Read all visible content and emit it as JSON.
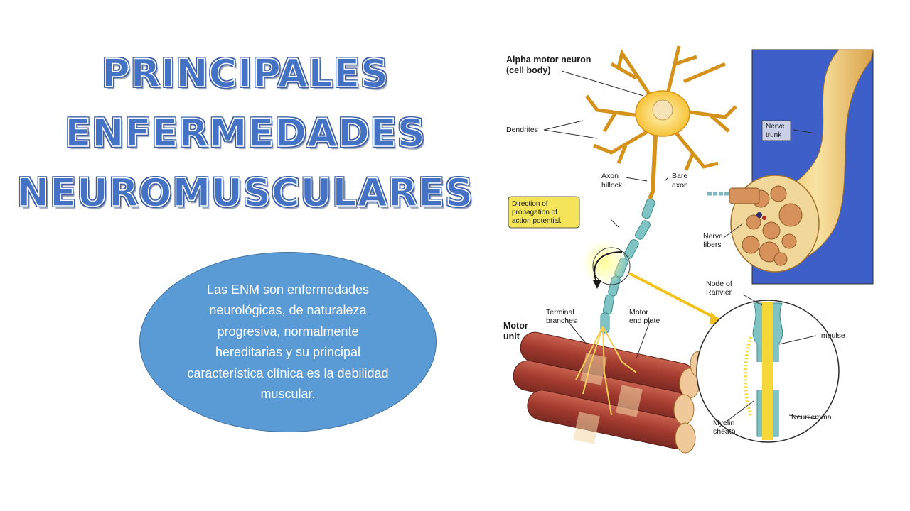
{
  "slide": {
    "title_lines": [
      "PRINCIPALES",
      "ENFERMEDADES",
      "NEUROMUSCULARES"
    ],
    "description": "Las ENM son enfermedades neurológicas, de naturaleza progresiva, normalmente hereditarias y su principal característica clínica es la debilidad muscular.",
    "colors": {
      "title": "#4472c4",
      "oval_fill": "#5b9bd5",
      "oval_text": "#ffffff"
    }
  },
  "figure": {
    "labels": {
      "alpha_motor_neuron": [
        "Alpha motor neuron",
        "(cell body)"
      ],
      "dendrites": "Dendrites",
      "axon_hillock": [
        "Axon",
        "hillock"
      ],
      "bare_axon": [
        "Bare",
        "axon"
      ],
      "direction_box": [
        "Direction of",
        "propagation of",
        "action potential."
      ],
      "nerve_trunk": [
        "Nerve",
        "trunk"
      ],
      "nerve_fibers": [
        "Nerve",
        "fibers"
      ],
      "motor_unit": [
        "Motor",
        "unit"
      ],
      "terminal_branches": [
        "Terminal",
        "branches"
      ],
      "motor_end_plate": [
        "Motor",
        "end plate"
      ],
      "node_of_ranvier": [
        "Node of",
        "Ranvier"
      ],
      "impulse": "Impulse",
      "myelin_sheath": [
        "Myelin",
        "sheath"
      ],
      "neurilemma": "Neurilemma"
    }
  }
}
